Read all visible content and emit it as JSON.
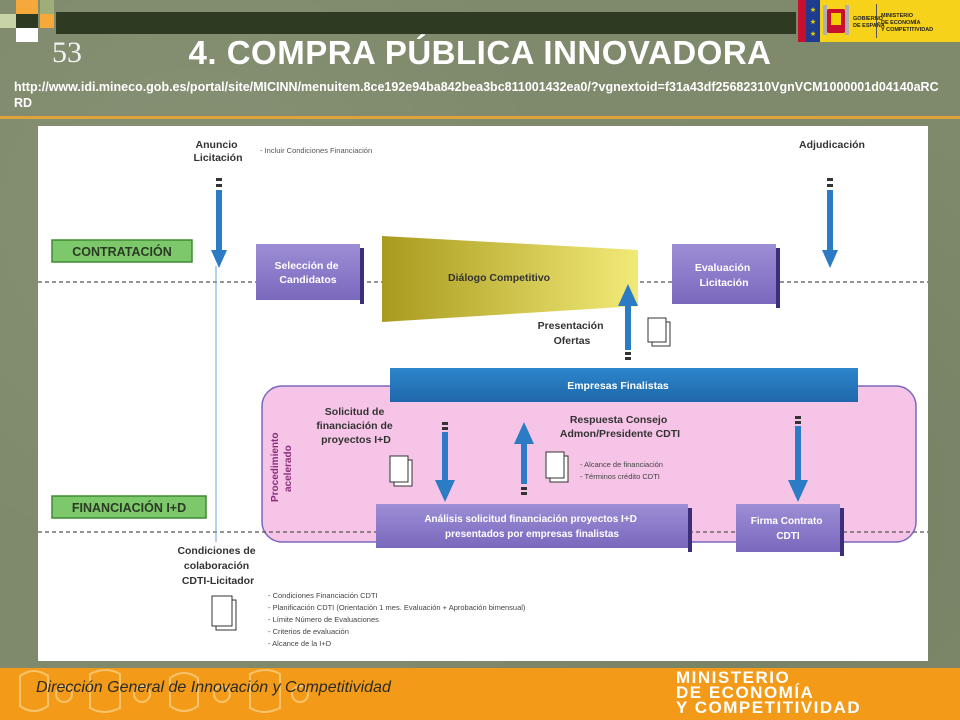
{
  "slide": {
    "number": "53",
    "title": "4. COMPRA PÚBLICA INNOVADORA",
    "url": "http://www.idi.mineco.gob.es/portal/site/MICINN/menuitem.8ce192e94ba842bea3bc811001432ea0/?vgnextoid=f31a43df25682310VgnVCM1000001d04140aRCRD"
  },
  "gov_logo": {
    "gobierno_lines": [
      "GOBIERNO",
      "DE ESPAÑA"
    ],
    "ministerio_lines": [
      "MINISTERIO",
      "DE ECONOMÍA",
      "Y COMPETITIVIDAD"
    ]
  },
  "diagram": {
    "anuncio": [
      "Anuncio",
      "Licitación"
    ],
    "anuncio_note": "- Incluir Condiciones Financiación",
    "adjudicacion": "Adjudicación",
    "contratacion": "CONTRATACIÓN",
    "seleccion": [
      "Selección de",
      "Candidatos"
    ],
    "dialogo": "Diálogo Competitivo",
    "evaluacion": [
      "Evaluación",
      "Licitación"
    ],
    "presentacion": [
      "Presentación",
      "Ofertas"
    ],
    "empresas": "Empresas Finalistas",
    "procedimiento": [
      "Procedimiento",
      "acelerado"
    ],
    "solicitud": [
      "Solicitud de",
      "financiación de",
      "proyectos I+D"
    ],
    "respuesta": [
      "Respuesta Consejo",
      "Admon/Presidente CDTI"
    ],
    "respuesta_notes": [
      "- Alcance de financiación",
      "- Términos crédito CDTI"
    ],
    "financiacion": "FINANCIACIÓN I+D",
    "analisis": [
      "Análisis solicitud financiación proyectos I+D",
      "presentados por empresas finalistas"
    ],
    "firma": [
      "Firma Contrato",
      "CDTI"
    ],
    "condiciones": [
      "Condiciones de",
      "colaboración",
      "CDTI-Licitador"
    ],
    "condiciones_notes": [
      "- Condiciones Financiación CDTI",
      "- Planificación CDTI (Orientación 1 mes. Evaluación + Aprobación bimensual)",
      "- Límite Número de Evaluaciones",
      "- Criterios de evaluación",
      "- Alcance de la I+D"
    ]
  },
  "footer": {
    "left": "Dirección General de Innovación y Competitividad",
    "ministerio_lines": [
      "MINISTERIO",
      "DE ECONOMÍA",
      "Y COMPETITIVIDAD"
    ]
  },
  "colors": {
    "green_label": "#7cc86a",
    "purple_box": "#8a78c8",
    "blue_box": "#2478c0",
    "pink_area": "#f6c4e6",
    "olive_start": "#a89a1e",
    "olive_end": "#f2ea78",
    "footer_orange": "#f39b18"
  }
}
